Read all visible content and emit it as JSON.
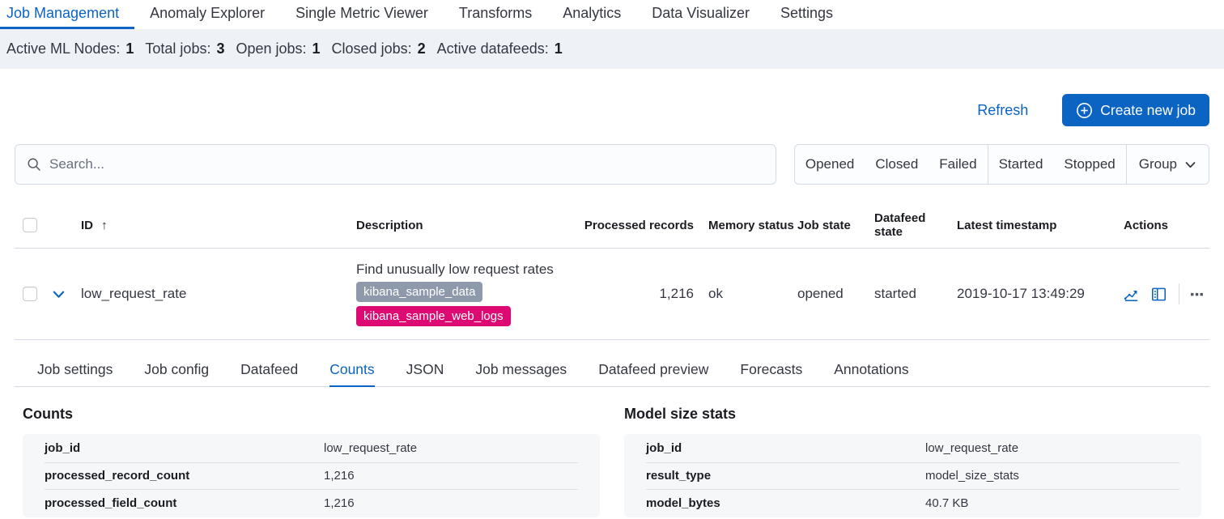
{
  "nav": {
    "tabs": [
      {
        "label": "Job Management",
        "active": true
      },
      {
        "label": "Anomaly Explorer"
      },
      {
        "label": "Single Metric Viewer"
      },
      {
        "label": "Transforms"
      },
      {
        "label": "Analytics"
      },
      {
        "label": "Data Visualizer"
      },
      {
        "label": "Settings"
      }
    ]
  },
  "stats": {
    "items": [
      {
        "label": "Active ML Nodes:",
        "value": "1"
      },
      {
        "label": "Total jobs:",
        "value": "3"
      },
      {
        "label": "Open jobs:",
        "value": "1"
      },
      {
        "label": "Closed jobs:",
        "value": "2"
      },
      {
        "label": "Active datafeeds:",
        "value": "1"
      }
    ]
  },
  "toolbar": {
    "refresh_label": "Refresh",
    "create_job_label": "Create new job"
  },
  "search": {
    "placeholder": "Search..."
  },
  "filters": {
    "opened": "Opened",
    "closed": "Closed",
    "failed": "Failed",
    "started": "Started",
    "stopped": "Stopped",
    "group": "Group"
  },
  "table": {
    "columns": {
      "id": "ID",
      "sort_arrow": "↑",
      "description": "Description",
      "processed_records": "Processed records",
      "memory_status": "Memory status",
      "job_state": "Job state",
      "datafeed_state": "Datafeed state",
      "latest_timestamp": "Latest timestamp",
      "actions": "Actions"
    },
    "row": {
      "id": "low_request_rate",
      "description": "Find unusually low request rates",
      "groups": [
        "kibana_sample_data",
        "kibana_sample_web_logs"
      ],
      "processed_records": "1,216",
      "memory_status": "ok",
      "job_state": "opened",
      "datafeed_state": "started",
      "latest_timestamp": "2019-10-17 13:49:29"
    }
  },
  "detail_tabs": {
    "tabs": [
      {
        "label": "Job settings"
      },
      {
        "label": "Job config"
      },
      {
        "label": "Datafeed"
      },
      {
        "label": "Counts",
        "active": true
      },
      {
        "label": "JSON"
      },
      {
        "label": "Job messages"
      },
      {
        "label": "Datafeed preview"
      },
      {
        "label": "Forecasts"
      },
      {
        "label": "Annotations"
      }
    ]
  },
  "counts_panel": {
    "title": "Counts",
    "rows": [
      {
        "key": "job_id",
        "value": "low_request_rate"
      },
      {
        "key": "processed_record_count",
        "value": "1,216"
      },
      {
        "key": "processed_field_count",
        "value": "1,216"
      }
    ]
  },
  "model_size_panel": {
    "title": "Model size stats",
    "rows": [
      {
        "key": "job_id",
        "value": "low_request_rate"
      },
      {
        "key": "result_type",
        "value": "model_size_stats"
      },
      {
        "key": "model_bytes",
        "value": "40.7 KB"
      }
    ]
  },
  "colors": {
    "primary": "#0b64c2",
    "badge-gray": "#8e9aab",
    "badge-pink": "#dd0a73",
    "statsbar-bg": "#eef2f7",
    "panel-bg": "#f6f7f9",
    "border": "#d3dae6"
  }
}
